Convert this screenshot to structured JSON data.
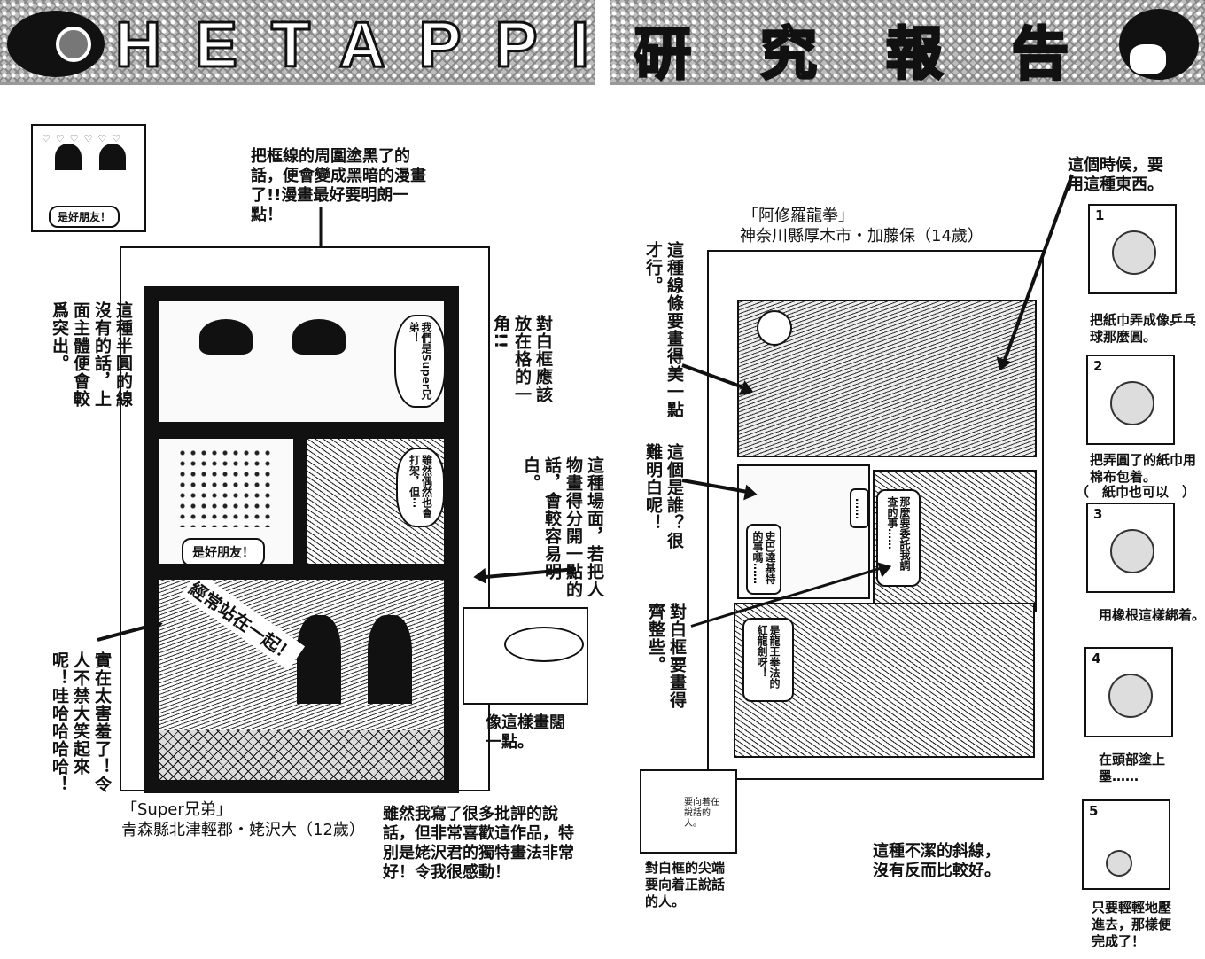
{
  "header": {
    "left_title": "HETAPPI",
    "right_title": "研究報告",
    "left_icon": "gas-mask-icon",
    "right_icon": "helmet-character-icon"
  },
  "left_page": {
    "top_note": "把框線的周圍塗黑了的話，便會變成黑暗的漫畫了!!漫畫最好要明朗一點！",
    "inset_bubble": "是好朋友！",
    "note_semicircle": "這種半圓的線沒有的話，上面主體便會較爲突出。",
    "note_corner": "對白框應該放在格的一角!!",
    "note_scene": "這種場面，若把人物畫得分開一點的話，會較容易明白。",
    "note_laugh": "實在太害羞了！令人不禁大笑起來呢！哇哈哈哈哈！",
    "note_wide": "像這樣畫闊一點。",
    "comic_bubbles": [
      "我們是Super兄弟！",
      "雖然偶然也會打架，但⋯",
      "是好朋友！",
      "經常站在一起！"
    ],
    "credit_title": "「Super兄弟」",
    "credit_author": "青森縣北津輕郡・姥沢大（12歲）",
    "comment": "雖然我寫了很多批評的說話，但非常喜歡這作品，特別是姥沢君的獨特畫法非常好！令我很感動！"
  },
  "right_page": {
    "credit_title": "「阿修羅龍拳」",
    "credit_author": "神奈川縣厚木市・加藤保（14歲）",
    "note_lines": "這種線條要畫得美一點才行。",
    "note_who": "這個是誰？很難明白呢！",
    "note_bubbles": "對白框要畫得齊整些。",
    "note_use": "這個時候，要用這種東西。",
    "note_hatch": "這種不潔的斜線，沒有反而比較好。",
    "comic_bubbles": [
      "……",
      "那麼要委託我調查的事……",
      "史巴達基特的事嗎……",
      "是龍王拳法的紅龍劍呀！"
    ],
    "inset_note": "要向着在說話的人。",
    "inset_caption": "對白框的尖端要向着正說話的人。",
    "steps": [
      {
        "num": "1",
        "caption": "把紙巾弄成像乒乓球那麼圓。"
      },
      {
        "num": "2",
        "caption": "把弄圓了的紙巾用棉布包着。",
        "sub": "（　紙巾也可以　）"
      },
      {
        "num": "3",
        "caption": "用橡根這樣綁着。"
      },
      {
        "num": "4",
        "caption": "在頭部塗上墨……"
      },
      {
        "num": "5",
        "caption": "只要輕輕地壓進去，那樣便完成了！"
      }
    ]
  }
}
